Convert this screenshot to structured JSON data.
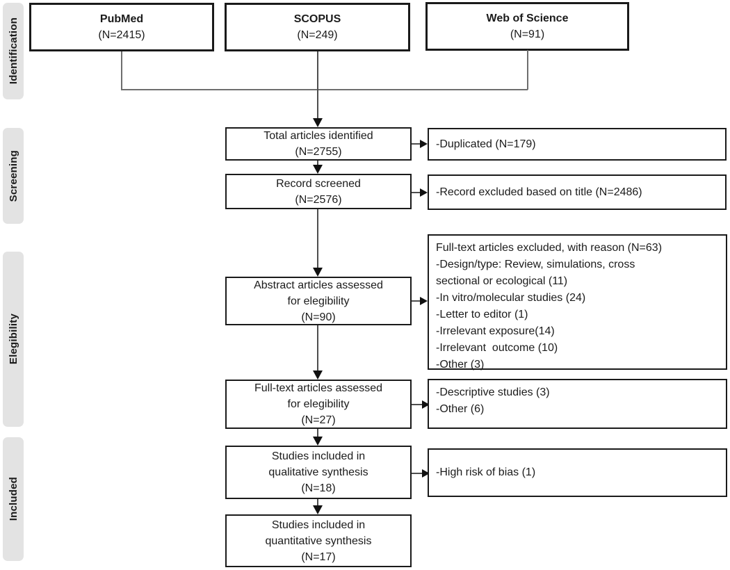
{
  "stages": [
    {
      "label": "Identification"
    },
    {
      "label": "Screening"
    },
    {
      "label": "Elegibility"
    },
    {
      "label": "Included"
    }
  ],
  "sources": [
    {
      "title": "PubMed",
      "count": "(N=2415)"
    },
    {
      "title": "SCOPUS",
      "count": "(N=249)"
    },
    {
      "title": "Web of Science",
      "count": "(N=91)"
    }
  ],
  "flow": {
    "total": {
      "lines": [
        "Total articles identified",
        "(N=2755)"
      ]
    },
    "screened": {
      "lines": [
        "Record screened",
        "(N=2576)"
      ]
    },
    "abstract": {
      "lines": [
        "Abstract articles assessed",
        "for elegibility",
        "(N=90)"
      ]
    },
    "fulltext": {
      "lines": [
        "Full-text articles assessed",
        "for elegibility",
        "(N=27)"
      ]
    },
    "qualitative": {
      "lines": [
        "Studies included in",
        "qualitative synthesis",
        "(N=18)"
      ]
    },
    "quantitative": {
      "lines": [
        "Studies included in",
        "quantitative synthesis",
        "(N=17)"
      ]
    }
  },
  "exclusions": {
    "duplicated": {
      "lines": [
        "-Duplicated (N=179)"
      ]
    },
    "by_title": {
      "lines": [
        "-Record excluded based on title (N=2486)"
      ]
    },
    "fulltext_reasons": {
      "lines": [
        "Full-text articles excluded, with reason (N=63)",
        "-Design/type: Review, simulations, cross",
        "sectional or ecological (11)",
        "-In vitro/molecular studies (24)",
        "-Letter to editor (1)",
        "-Irrelevant exposure(14)",
        "-Irrelevant  outcome (10)",
        "-Other (3)"
      ]
    },
    "after_fulltext": {
      "lines": [
        "-Descriptive studies (3)",
        "-Other (6)"
      ]
    },
    "after_qualitative": {
      "lines": [
        "-High risk of bias (1)"
      ]
    }
  },
  "colors": {
    "box_border": "#1a1a1a",
    "stage_bg": "#e3e3e3",
    "connector": "#4d4d4d",
    "arrowhead": "#111111",
    "background": "#ffffff"
  }
}
